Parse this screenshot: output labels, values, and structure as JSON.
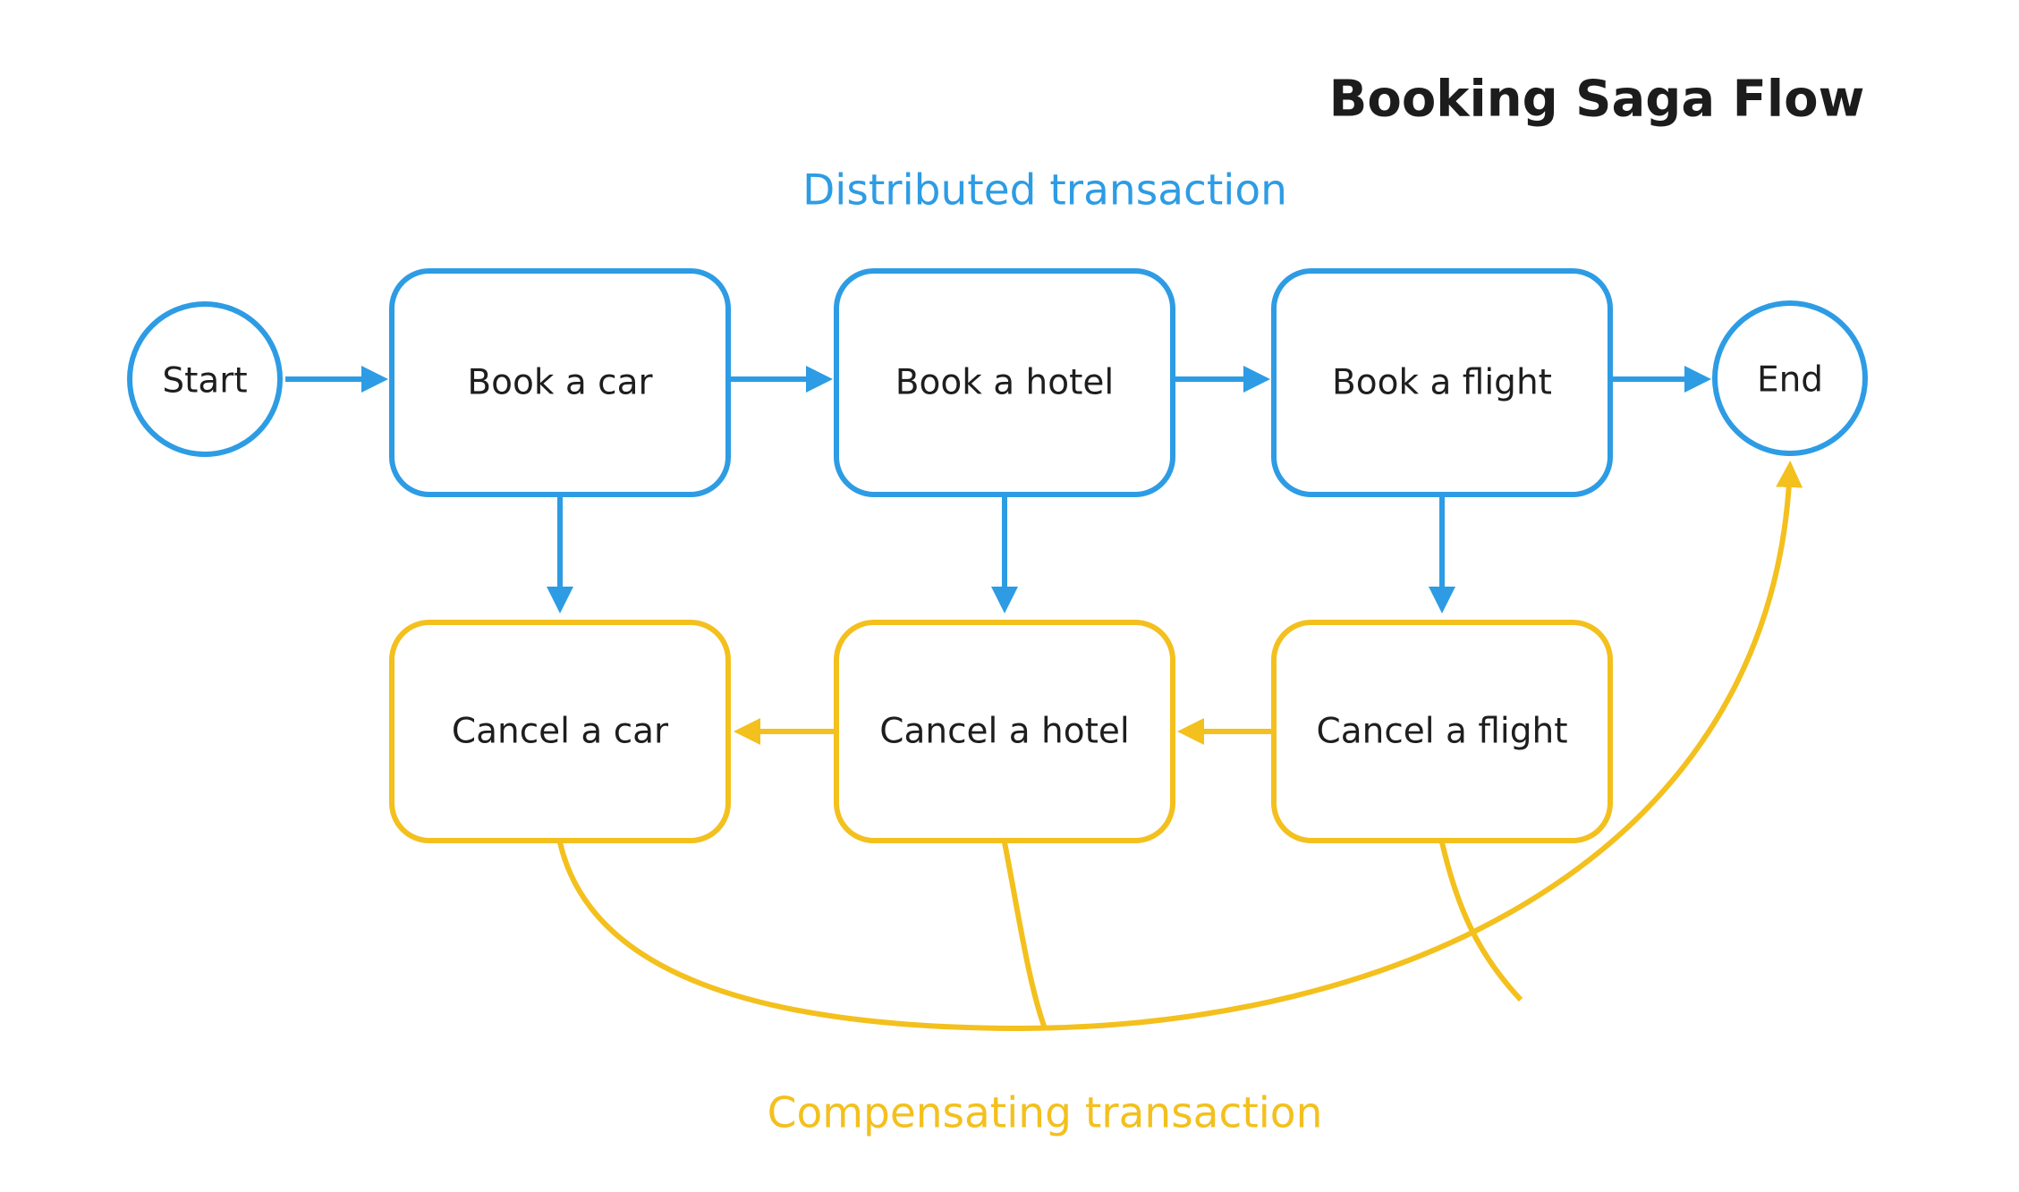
{
  "title": "Booking Saga Flow",
  "labels": {
    "distributed": "Distributed transaction",
    "compensating": "Compensating transaction"
  },
  "nodes": {
    "start": "Start",
    "book_car": "Book a car",
    "book_hotel": "Book a hotel",
    "book_flight": "Book a flight",
    "end": "End",
    "cancel_car": "Cancel a car",
    "cancel_hotel": "Cancel a hotel",
    "cancel_flight": "Cancel a flight"
  },
  "edges": [
    {
      "from": "start",
      "to": "book_car",
      "type": "distributed"
    },
    {
      "from": "book_car",
      "to": "book_hotel",
      "type": "distributed"
    },
    {
      "from": "book_hotel",
      "to": "book_flight",
      "type": "distributed"
    },
    {
      "from": "book_flight",
      "to": "end",
      "type": "distributed"
    },
    {
      "from": "book_car",
      "to": "cancel_car",
      "type": "distributed"
    },
    {
      "from": "book_hotel",
      "to": "cancel_hotel",
      "type": "distributed"
    },
    {
      "from": "book_flight",
      "to": "cancel_flight",
      "type": "distributed"
    },
    {
      "from": "cancel_flight",
      "to": "cancel_hotel",
      "type": "compensating"
    },
    {
      "from": "cancel_hotel",
      "to": "cancel_car",
      "type": "compensating"
    },
    {
      "from": "cancel_car",
      "to": "end",
      "type": "compensating"
    },
    {
      "from": "cancel_hotel",
      "to": "end",
      "type": "compensating"
    },
    {
      "from": "cancel_flight",
      "to": "end",
      "type": "compensating"
    }
  ],
  "colors": {
    "distributed_blue": "#2d9ce4",
    "compensating_yellow": "#f3c01d",
    "text": "#1e1e1e",
    "background": "#ffffff"
  }
}
